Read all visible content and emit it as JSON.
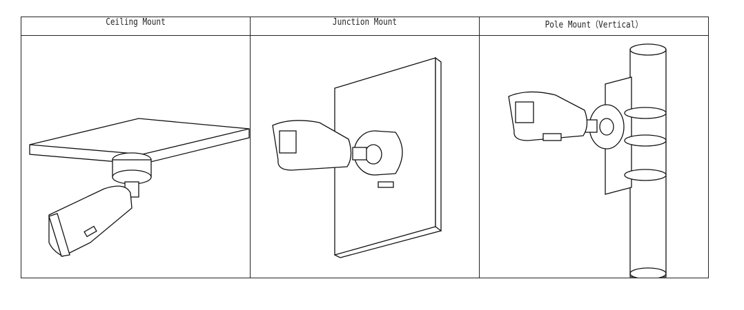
{
  "headers": [
    "Ceiling Mount",
    "Junction Mount",
    "Pole Mount（Vertical）"
  ]
}
